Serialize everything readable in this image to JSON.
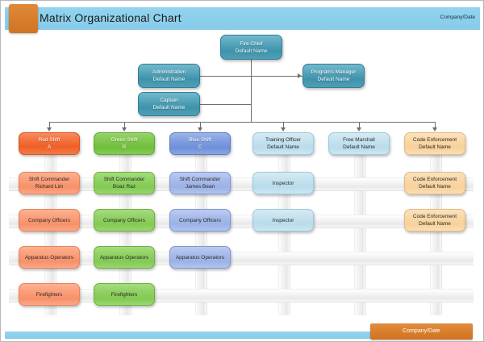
{
  "header": {
    "title": "Matrix Organizational Chart",
    "company_date": "Company/Date"
  },
  "footer": {
    "company_date": "Company/Date"
  },
  "colors": {
    "header_bar": "#8ccfeb",
    "accent_orange": "#d97f2c",
    "teal": "#3e93ac",
    "red": "#ef5f27",
    "green": "#6fbe3b",
    "blue": "#6e8fdb",
    "light_blue": "#b9dcec",
    "peach": "#f8d19a",
    "band_grey": "#e9e9e9",
    "connector": "#6f6f6f"
  },
  "chart_data": {
    "type": "diagram",
    "title": "Matrix Organizational Chart",
    "top_hierarchy": [
      {
        "id": "fire-chief",
        "label": "Fire Chief\nDefault Name",
        "color": "teal"
      },
      {
        "id": "administration",
        "label": "Administration\nDefault Name",
        "color": "teal"
      },
      {
        "id": "captain",
        "label": "Captain\nDefault Name",
        "color": "teal"
      },
      {
        "id": "programs-manager",
        "label": "Programs Manager\nDefault Name",
        "color": "teal"
      }
    ],
    "columns": [
      {
        "id": "red-shift",
        "header": "Red Shift\nA",
        "header_color": "red",
        "cell_color": "salmon",
        "cells": [
          "Shift Commander\nRichard Lim",
          "Company Officers",
          "Apparatus Operators",
          "Firefighters"
        ]
      },
      {
        "id": "green-shift",
        "header": "Green Shift\nB",
        "header_color": "green",
        "cell_color": "green",
        "cells": [
          "Shift Commander\nBoaz Raz",
          "Company Officers",
          "Apparatus Operators",
          "Firefighters"
        ]
      },
      {
        "id": "blue-shift",
        "header": "Blue Shift\nC",
        "header_color": "blue",
        "cell_color": "blue",
        "cells": [
          "Shift Commander\nJames Bean",
          "Company Officers",
          "Apparatus Operators",
          ""
        ]
      },
      {
        "id": "training-officer",
        "header": "Training Officer\nDefault Name",
        "header_color": "light_blue",
        "cell_color": "light_blue",
        "cells": [
          "Inspector",
          "Inspector",
          "",
          ""
        ]
      },
      {
        "id": "free-marshall",
        "header": "Free Marshall\nDefault Name",
        "header_color": "light_blue",
        "cell_color": "light_blue",
        "cells": [
          "",
          "",
          "",
          ""
        ]
      },
      {
        "id": "code-enforcement",
        "header": "Code Enforcement\nDefault Name",
        "header_color": "peach",
        "cell_color": "peach",
        "cells": [
          "Code Enforcement\nDefault Name",
          "Code Enforcement\nDefault Name",
          "",
          ""
        ]
      }
    ]
  }
}
